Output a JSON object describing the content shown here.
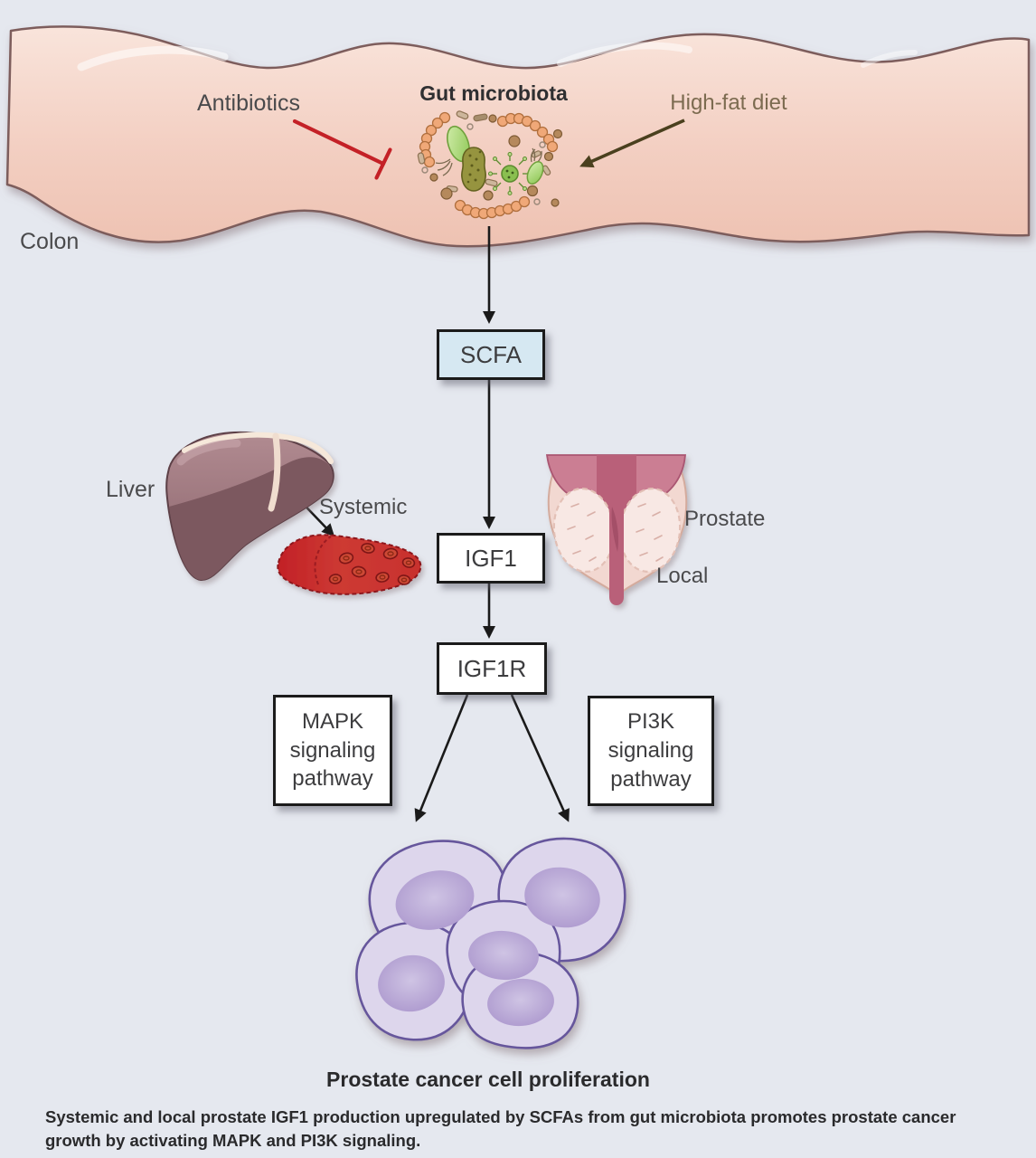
{
  "figure": {
    "type": "biological-pathway-diagram",
    "background_color": "#e5e8ef"
  },
  "labels": {
    "antibiotics": "Antibiotics",
    "gut_microbiota": "Gut microbiota",
    "high_fat_diet": "High-fat diet",
    "colon": "Colon",
    "liver": "Liver",
    "systemic": "Systemic",
    "prostate": "Prostate",
    "local": "Local"
  },
  "nodes": {
    "scfa": {
      "label": "SCFA",
      "fill": "#d6e8f2"
    },
    "igf1": {
      "label": "IGF1",
      "fill": "#ffffff"
    },
    "igf1r": {
      "label": "IGF1R",
      "fill": "#ffffff"
    },
    "mapk": {
      "lines": [
        "MAPK",
        "signaling",
        "pathway"
      ],
      "fill": "#ffffff"
    },
    "pi3k": {
      "lines": [
        "PI3K",
        "signaling",
        "pathway"
      ],
      "fill": "#ffffff"
    }
  },
  "footer": {
    "title": "Prostate cancer cell proliferation",
    "caption": "Systemic and local prostate IGF1 production upregulated by SCFAs from gut microbiota promotes prostate cancer growth by activating MAPK and PI3K signaling."
  },
  "illustrations": [
    "colon-illustration",
    "gut-microbiota-illustration",
    "liver-illustration",
    "blood-vessel-illustration",
    "prostate-illustration",
    "cancer-cells-illustration"
  ],
  "connectors": {
    "inhibition_color": "#c42127",
    "high_fat_arrow_color": "#4a401e",
    "arrow_color": "#1a1a1a"
  },
  "colors": {
    "colon_fill_top": "#f9e3da",
    "colon_fill_bottom": "#efc4b5",
    "colon_outline": "#7d5d5c",
    "cancer_cell_fill": "#ddd6ec",
    "cancer_cell_outline": "#66579c",
    "liver_fill": "#9b747c",
    "vessel_fill": "#cc2a30",
    "prostate_fill": "#f2d8d1"
  }
}
